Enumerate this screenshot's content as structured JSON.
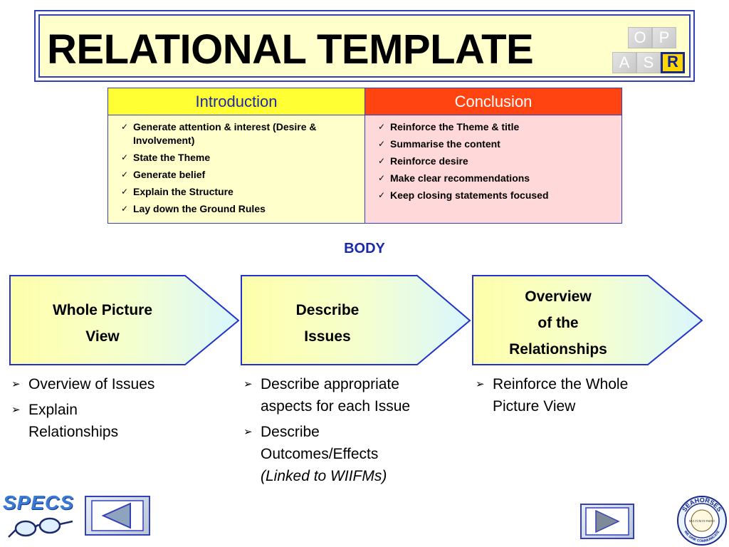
{
  "title": "RELATIONAL TEMPLATE",
  "logo_blocks": [
    {
      "letter": "O",
      "active": false
    },
    {
      "letter": "P",
      "active": false
    },
    {
      "letter": "A",
      "active": false
    },
    {
      "letter": "S",
      "active": false
    },
    {
      "letter": "R",
      "active": true
    }
  ],
  "table": {
    "introduction": {
      "heading": "Introduction",
      "items": [
        "Generate attention & interest (Desire & Involvement)",
        "State the Theme",
        "Generate belief",
        "Explain the Structure",
        "Lay down the Ground Rules"
      ]
    },
    "conclusion": {
      "heading": "Conclusion",
      "items": [
        "Reinforce the Theme & title",
        "Summarise the content",
        "Reinforce desire",
        "Make clear recommendations",
        "Keep closing statements focused"
      ]
    }
  },
  "body_heading": "BODY",
  "stages": [
    {
      "label": "Whole Picture\nView",
      "bullets": [
        {
          "text": "Overview of Issues",
          "italic": ""
        },
        {
          "text": "Explain Relationships",
          "italic": ""
        }
      ]
    },
    {
      "label": "Describe\nIssues",
      "bullets": [
        {
          "text": "Describe appropriate aspects for each Issue",
          "italic": ""
        },
        {
          "text": "Describe Outcomes/Effects",
          "italic": "(Linked to WIIFMs)"
        }
      ]
    },
    {
      "label": "Overview\nof the\nRelationships",
      "bullets": [
        {
          "text": "Reinforce the Whole Picture View",
          "italic": ""
        }
      ]
    }
  ],
  "footer": {
    "logo_text": "SPECS",
    "seal_top_text": "SEAHORSES",
    "seal_center_text": "MULTUM IN PARVO",
    "seal_bottom_text": "WE DINE COMMUNICATE"
  },
  "colors": {
    "frame": "#3340b8",
    "title_bg": "#ffffcc",
    "intro_header": "#ffff33",
    "concl_header": "#ff4411",
    "intro_body": "#ffffcc",
    "concl_body": "#ffd9d9",
    "body_heading": "#1a2aa8",
    "active_block": "#ffd700"
  }
}
